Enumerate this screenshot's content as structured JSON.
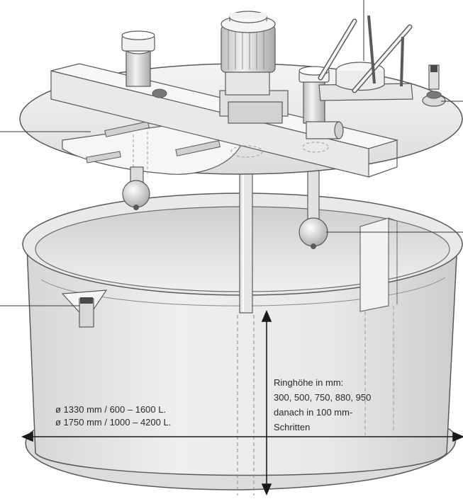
{
  "diameter_text": {
    "line1": "ø 1330 mm / 600 – 1600 L.",
    "line2": "ø 1750 mm / 1000 – 4200 L."
  },
  "ring_height_text": {
    "line1": "Ringhöhe in mm:",
    "line2": "300, 500, 750, 880, 950",
    "line3": "danach in 100 mm-",
    "line4": "Schritten"
  },
  "colors": {
    "outline": "#5a5a5a",
    "tank_fill": "#e4e4e4",
    "tank_shade": "#cfcfcf",
    "lid_fill": "#ececec",
    "label_text": "#2a2a2a"
  }
}
